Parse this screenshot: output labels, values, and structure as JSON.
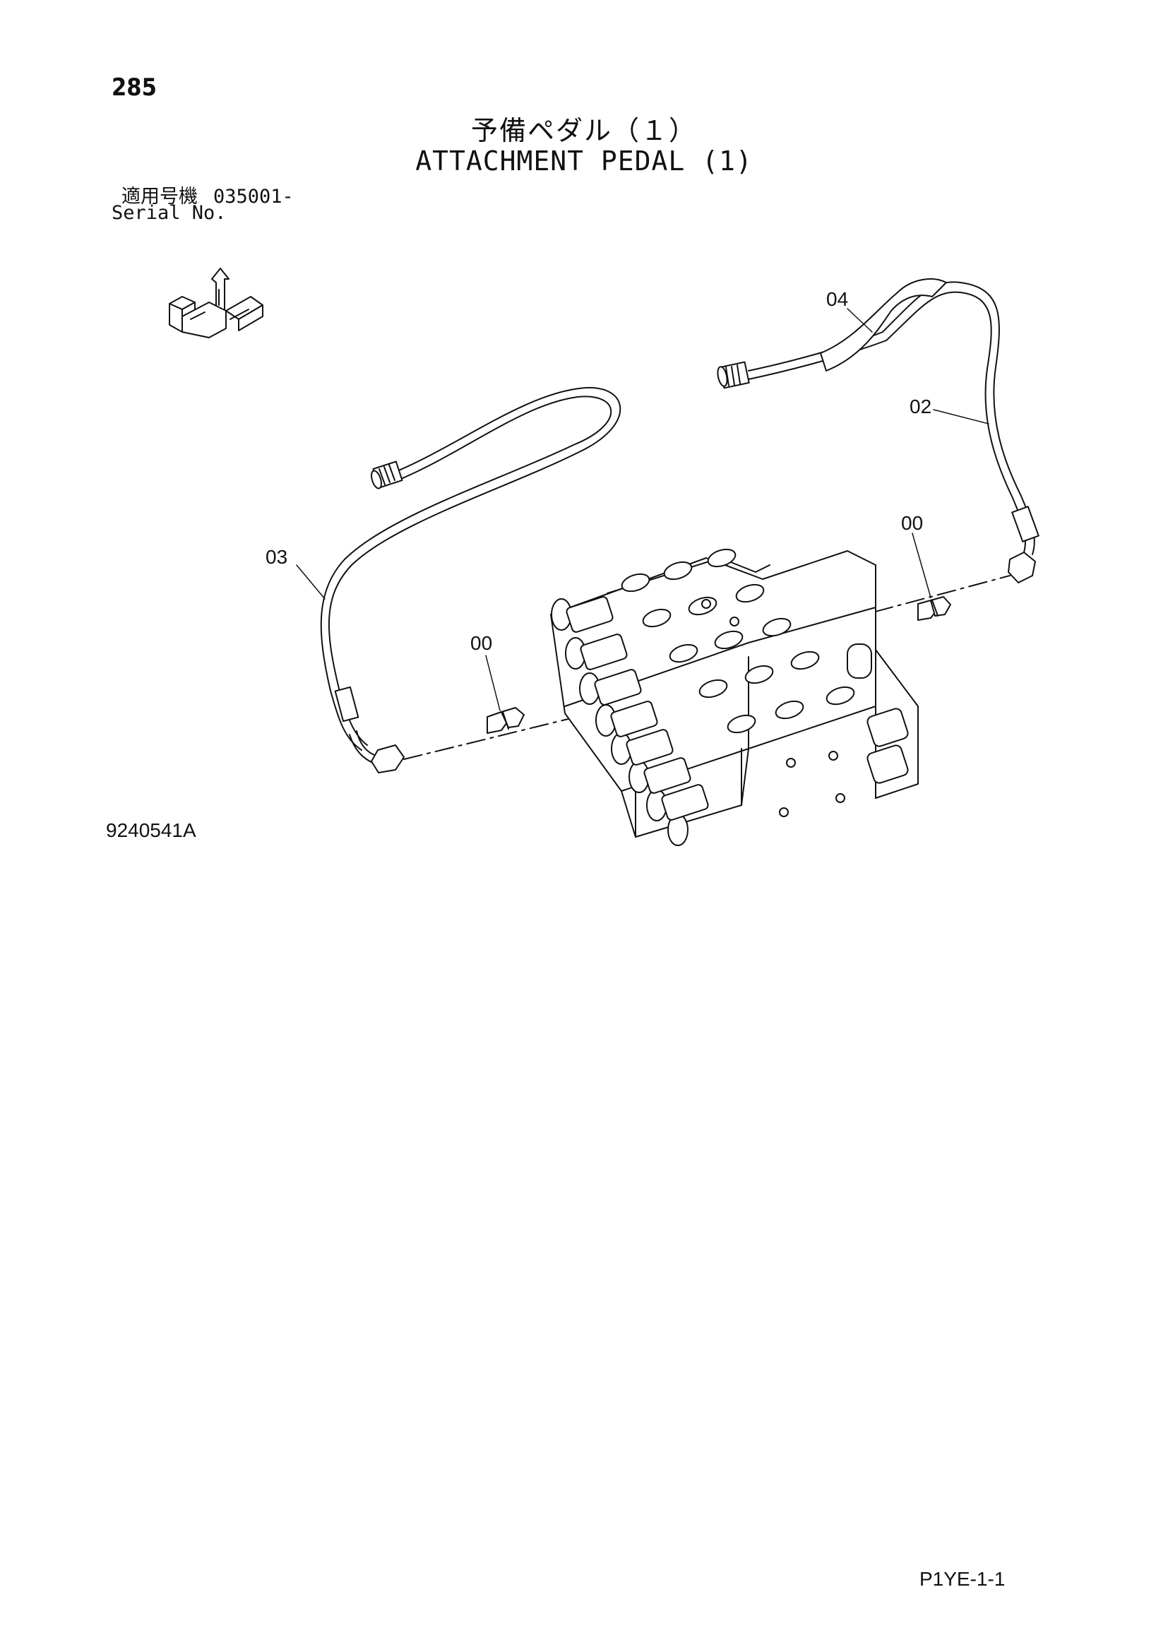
{
  "header": {
    "page_number": "285",
    "title_jp": "予備ペダル（１）",
    "title_en": "ATTACHMENT PEDAL (1)",
    "serial_label_jp": "適用号機",
    "serial_value": "035001-",
    "serial_label_en": "Serial No."
  },
  "diagram": {
    "callouts": [
      "04",
      "02",
      "03",
      "00",
      "00"
    ],
    "orientation_icon": "front-right-orientation-icon"
  },
  "footer": {
    "ref_code": "9240541A",
    "page_code": "P1YE-1-1"
  }
}
